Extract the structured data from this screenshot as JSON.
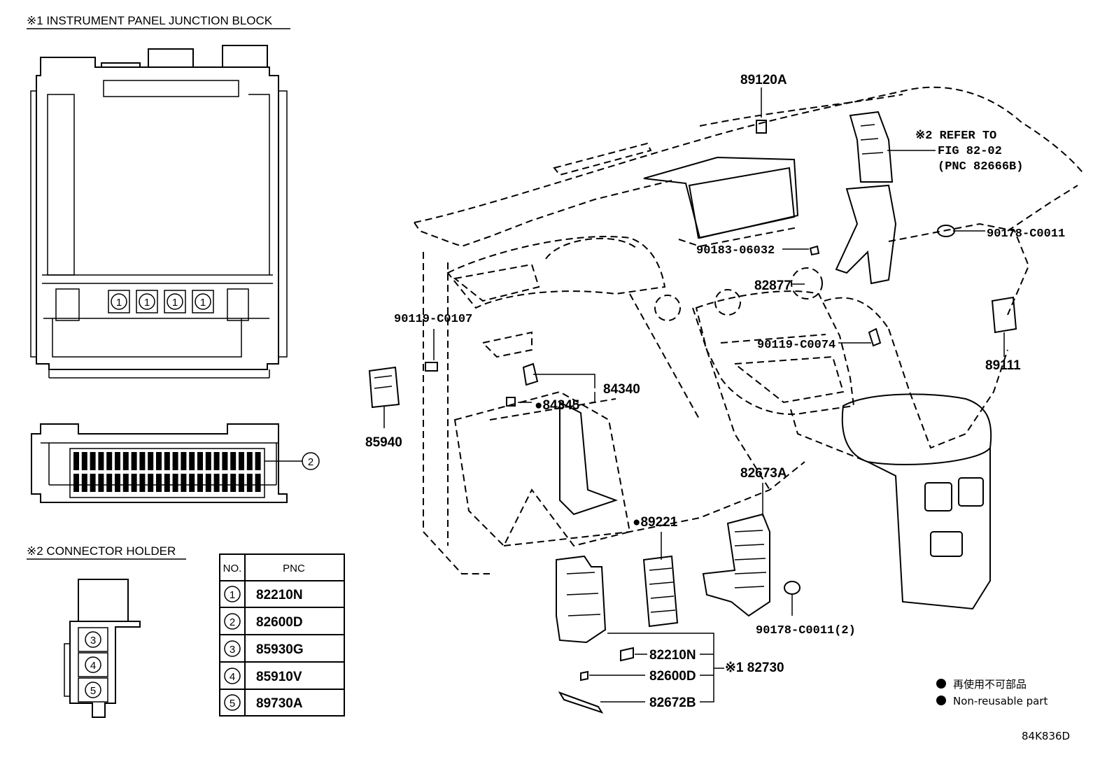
{
  "headers": {
    "junction_block": "※1 INSTRUMENT PANEL JUNCTION BLOCK",
    "connector_holder": "※2 CONNECTOR HOLDER"
  },
  "callouts": {
    "one": "1",
    "two": "2",
    "three": "3",
    "four": "4",
    "five": "5"
  },
  "table": {
    "col_no": "NO.",
    "col_pnc": "PNC",
    "rows": [
      {
        "no": "1",
        "pnc": "82210N"
      },
      {
        "no": "2",
        "pnc": "82600D"
      },
      {
        "no": "3",
        "pnc": "85930G"
      },
      {
        "no": "4",
        "pnc": "85910V"
      },
      {
        "no": "5",
        "pnc": "89730A"
      }
    ]
  },
  "parts": {
    "p89120A": "89120A",
    "refer_line1": "※2 REFER TO",
    "refer_line2": "FIG 82-02",
    "refer_line3": "(PNC 82666B)",
    "p90178_C0011": "90178-C0011",
    "p90183_06032": "90183-06032",
    "p82877": "82877",
    "p90119_C0107": "90119-C0107",
    "p90119_C0074": "90119-C0074",
    "p89111": "89111",
    "p84340": "84340",
    "p84345": "●84345",
    "p85940": "85940",
    "p82673A": "82673A",
    "p89221": "●89221",
    "p90178_C0011_2": "90178-C0011(2)",
    "p82210N": "82210N",
    "p82600D": "82600D",
    "p82672B": "82672B",
    "p82730": "※1 82730"
  },
  "legend": {
    "jp": "再使用不可部品",
    "en": "Non-reusable part"
  },
  "figure_id": "84K836D"
}
